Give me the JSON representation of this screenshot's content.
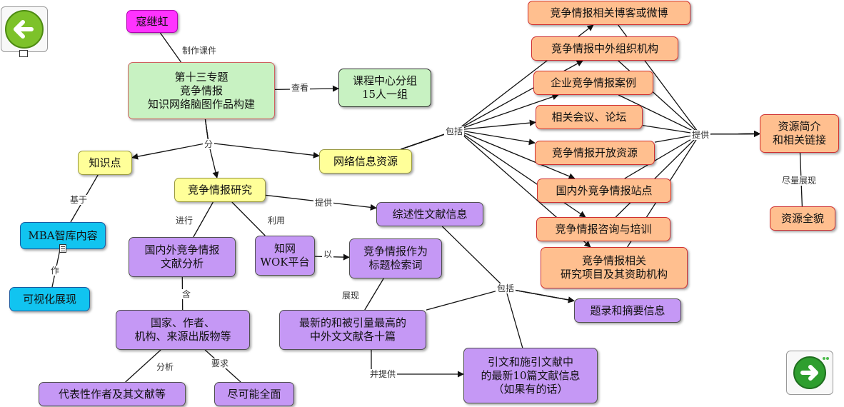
{
  "nodes": [
    {
      "id": "author",
      "text": "寇继虹",
      "style": "magenta"
    },
    {
      "id": "topic",
      "text": "第十三专题\n竞争情报\n知识网络脑图作品构建",
      "style": "green"
    },
    {
      "id": "course",
      "text": "课程中心分组\n15人一组",
      "style": "green2"
    },
    {
      "id": "knowledge",
      "text": "知识点",
      "style": "yellow"
    },
    {
      "id": "research",
      "text": "竞争情报研究",
      "style": "yellow"
    },
    {
      "id": "netres",
      "text": "网络信息资源",
      "style": "yellow"
    },
    {
      "id": "mba",
      "text": "MBA智库内容",
      "style": "cyan"
    },
    {
      "id": "visual",
      "text": "可视化展现",
      "style": "cyan"
    },
    {
      "id": "litanalysis",
      "text": "国内外竞争情报\n文献分析",
      "style": "purple"
    },
    {
      "id": "countries",
      "text": "国家、作者、\n机构、来源出版物等",
      "style": "purple"
    },
    {
      "id": "repauthors",
      "text": "代表性作者及其文献等",
      "style": "purple"
    },
    {
      "id": "comprehensive",
      "text": "尽可能全面",
      "style": "purple"
    },
    {
      "id": "cnki",
      "text": "知网\nWOK平台",
      "style": "purple"
    },
    {
      "id": "titlekw",
      "text": "竞争情报作为\n标题检索词",
      "style": "purple"
    },
    {
      "id": "review",
      "text": "综述性文献信息",
      "style": "purple"
    },
    {
      "id": "latest",
      "text": "最新的和被引量最高的\n中外文文献各十篇",
      "style": "purple"
    },
    {
      "id": "abstract",
      "text": "题录和摘要信息",
      "style": "purple"
    },
    {
      "id": "citing",
      "text": "引文和施引文献中\n的最新10篇文献信息\n（如果有的话）",
      "style": "purple"
    },
    {
      "id": "blogs",
      "text": "竞争情报相关博客或微博",
      "style": "orange"
    },
    {
      "id": "orgs",
      "text": "竞争情报中外组织机构",
      "style": "orange"
    },
    {
      "id": "cases",
      "text": "企业竞争情报案例",
      "style": "orange"
    },
    {
      "id": "meetings",
      "text": "相关会议、论坛",
      "style": "orange"
    },
    {
      "id": "openres",
      "text": "竞争情报开放资源",
      "style": "orange"
    },
    {
      "id": "sites",
      "text": "国内外竞争情报站点",
      "style": "orange"
    },
    {
      "id": "consult",
      "text": "竞争情报咨询与培训",
      "style": "orange"
    },
    {
      "id": "projects",
      "text": "竞争情报相关\n研究项目及其资助机构",
      "style": "orange"
    },
    {
      "id": "resintro",
      "text": "资源简介\n和相关链接",
      "style": "orange"
    },
    {
      "id": "resall",
      "text": "资源全貌",
      "style": "orange"
    }
  ],
  "links": [
    {
      "from": "author",
      "to": "topic",
      "label": "制作课件",
      "arrow": false
    },
    {
      "from": "topic",
      "to": "course",
      "label": "查看",
      "arrow": true
    },
    {
      "from": "topic",
      "to": "knowledge",
      "label": "分",
      "arrow": true
    },
    {
      "from": "topic",
      "to": "research",
      "label": "分",
      "arrow": true
    },
    {
      "from": "topic",
      "to": "netres",
      "label": "分",
      "arrow": true
    },
    {
      "from": "knowledge",
      "to": "mba",
      "label": "基于",
      "arrow": false
    },
    {
      "from": "mba",
      "to": "visual",
      "label": "作",
      "arrow": false
    },
    {
      "from": "research",
      "to": "litanalysis",
      "label": "进行",
      "arrow": false
    },
    {
      "from": "research",
      "to": "cnki",
      "label": "利用",
      "arrow": false
    },
    {
      "from": "research",
      "to": "review",
      "label": "提供",
      "arrow": true
    },
    {
      "from": "litanalysis",
      "to": "countries",
      "label": "含",
      "arrow": false
    },
    {
      "from": "countries",
      "to": "repauthors",
      "label": "分析",
      "arrow": false
    },
    {
      "from": "countries",
      "to": "comprehensive",
      "label": "要求",
      "arrow": false
    },
    {
      "from": "cnki",
      "to": "titlekw",
      "label": "以",
      "arrow": true
    },
    {
      "from": "titlekw",
      "to": "latest",
      "label": "展现",
      "arrow": false
    },
    {
      "from": "latest",
      "to": "abstract",
      "label": "包括",
      "arrow": true
    },
    {
      "from": "review",
      "to": "abstract",
      "label": "包括",
      "arrow": true
    },
    {
      "from": "latest",
      "to": "citing",
      "label": "并提供",
      "arrow": true
    },
    {
      "from": "citing",
      "to": "abstract",
      "label": "包括",
      "arrow": false
    },
    {
      "from": "netres",
      "to": "blogs",
      "label": "包括",
      "arrow": true
    },
    {
      "from": "netres",
      "to": "orgs",
      "label": "包括",
      "arrow": true
    },
    {
      "from": "netres",
      "to": "cases",
      "label": "包括",
      "arrow": true
    },
    {
      "from": "netres",
      "to": "meetings",
      "label": "包括",
      "arrow": true
    },
    {
      "from": "netres",
      "to": "openres",
      "label": "包括",
      "arrow": true
    },
    {
      "from": "netres",
      "to": "sites",
      "label": "包括",
      "arrow": true
    },
    {
      "from": "netres",
      "to": "consult",
      "label": "包括",
      "arrow": true
    },
    {
      "from": "netres",
      "to": "projects",
      "label": "包括",
      "arrow": true
    },
    {
      "from": "blogs",
      "to": "resintro",
      "label": "提供",
      "arrow": true
    },
    {
      "from": "orgs",
      "to": "resintro",
      "label": "提供",
      "arrow": true
    },
    {
      "from": "cases",
      "to": "resintro",
      "label": "提供",
      "arrow": true
    },
    {
      "from": "meetings",
      "to": "resintro",
      "label": "提供",
      "arrow": true
    },
    {
      "from": "openres",
      "to": "resintro",
      "label": "提供",
      "arrow": true
    },
    {
      "from": "sites",
      "to": "resintro",
      "label": "提供",
      "arrow": true
    },
    {
      "from": "consult",
      "to": "resintro",
      "label": "提供",
      "arrow": true
    },
    {
      "from": "projects",
      "to": "resintro",
      "label": "提供",
      "arrow": true
    },
    {
      "from": "resintro",
      "to": "resall",
      "label": "尽量展现",
      "arrow": false
    }
  ],
  "nav": {
    "back_icon": "arrow-left-icon",
    "forward_icon": "arrow-right-icon",
    "back_color": "#7dc22a",
    "forward_color": "#2f9e2f"
  }
}
